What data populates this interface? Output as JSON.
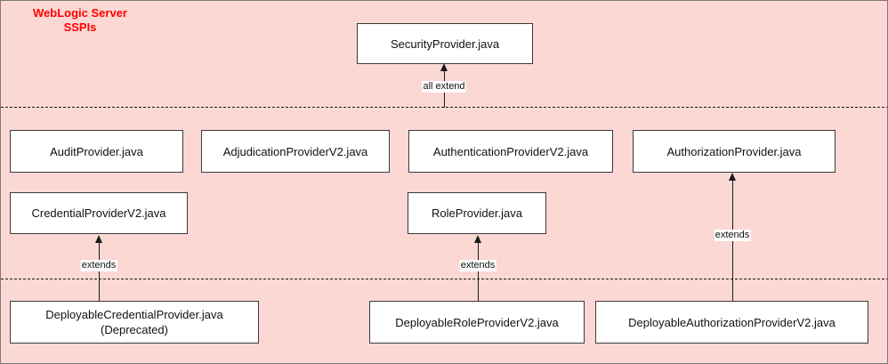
{
  "diagram": {
    "title": "WebLogic Server\nSSPIs",
    "title_color": "#ff0000",
    "background_color": "#fcd8d4",
    "node_fill": "#ffffff",
    "node_border": "#3b3b3b"
  },
  "nodes": [
    {
      "id": "security-provider",
      "label": "SecurityProvider.java"
    },
    {
      "id": "audit-provider",
      "label": "AuditProvider.java"
    },
    {
      "id": "adjudication-provider-v2",
      "label": "AdjudicationProviderV2.java"
    },
    {
      "id": "authentication-provider-v2",
      "label": "AuthenticationProviderV2.java"
    },
    {
      "id": "authorization-provider",
      "label": "AuthorizationProvider.java"
    },
    {
      "id": "credential-provider-v2",
      "label": "CredentialProviderV2.java"
    },
    {
      "id": "role-provider",
      "label": "RoleProvider.java"
    },
    {
      "id": "deployable-credential-provider",
      "label": "DeployableCredentialProvider.java\n(Deprecated)"
    },
    {
      "id": "deployable-role-provider-v2",
      "label": "DeployableRoleProviderV2.java"
    },
    {
      "id": "deployable-authorization-provider-v2",
      "label": "DeployableAuthorizationProviderV2.java"
    }
  ],
  "edges": [
    {
      "id": "edge-all-extend",
      "label": "all extend",
      "from": "providers-row",
      "to": "security-provider"
    },
    {
      "id": "edge-credential-extends",
      "label": "extends",
      "from": "deployable-credential-provider",
      "to": "credential-provider-v2"
    },
    {
      "id": "edge-role-extends",
      "label": "extends",
      "from": "deployable-role-provider-v2",
      "to": "role-provider"
    },
    {
      "id": "edge-authorization-extends",
      "label": "extends",
      "from": "deployable-authorization-provider-v2",
      "to": "authorization-provider"
    }
  ]
}
